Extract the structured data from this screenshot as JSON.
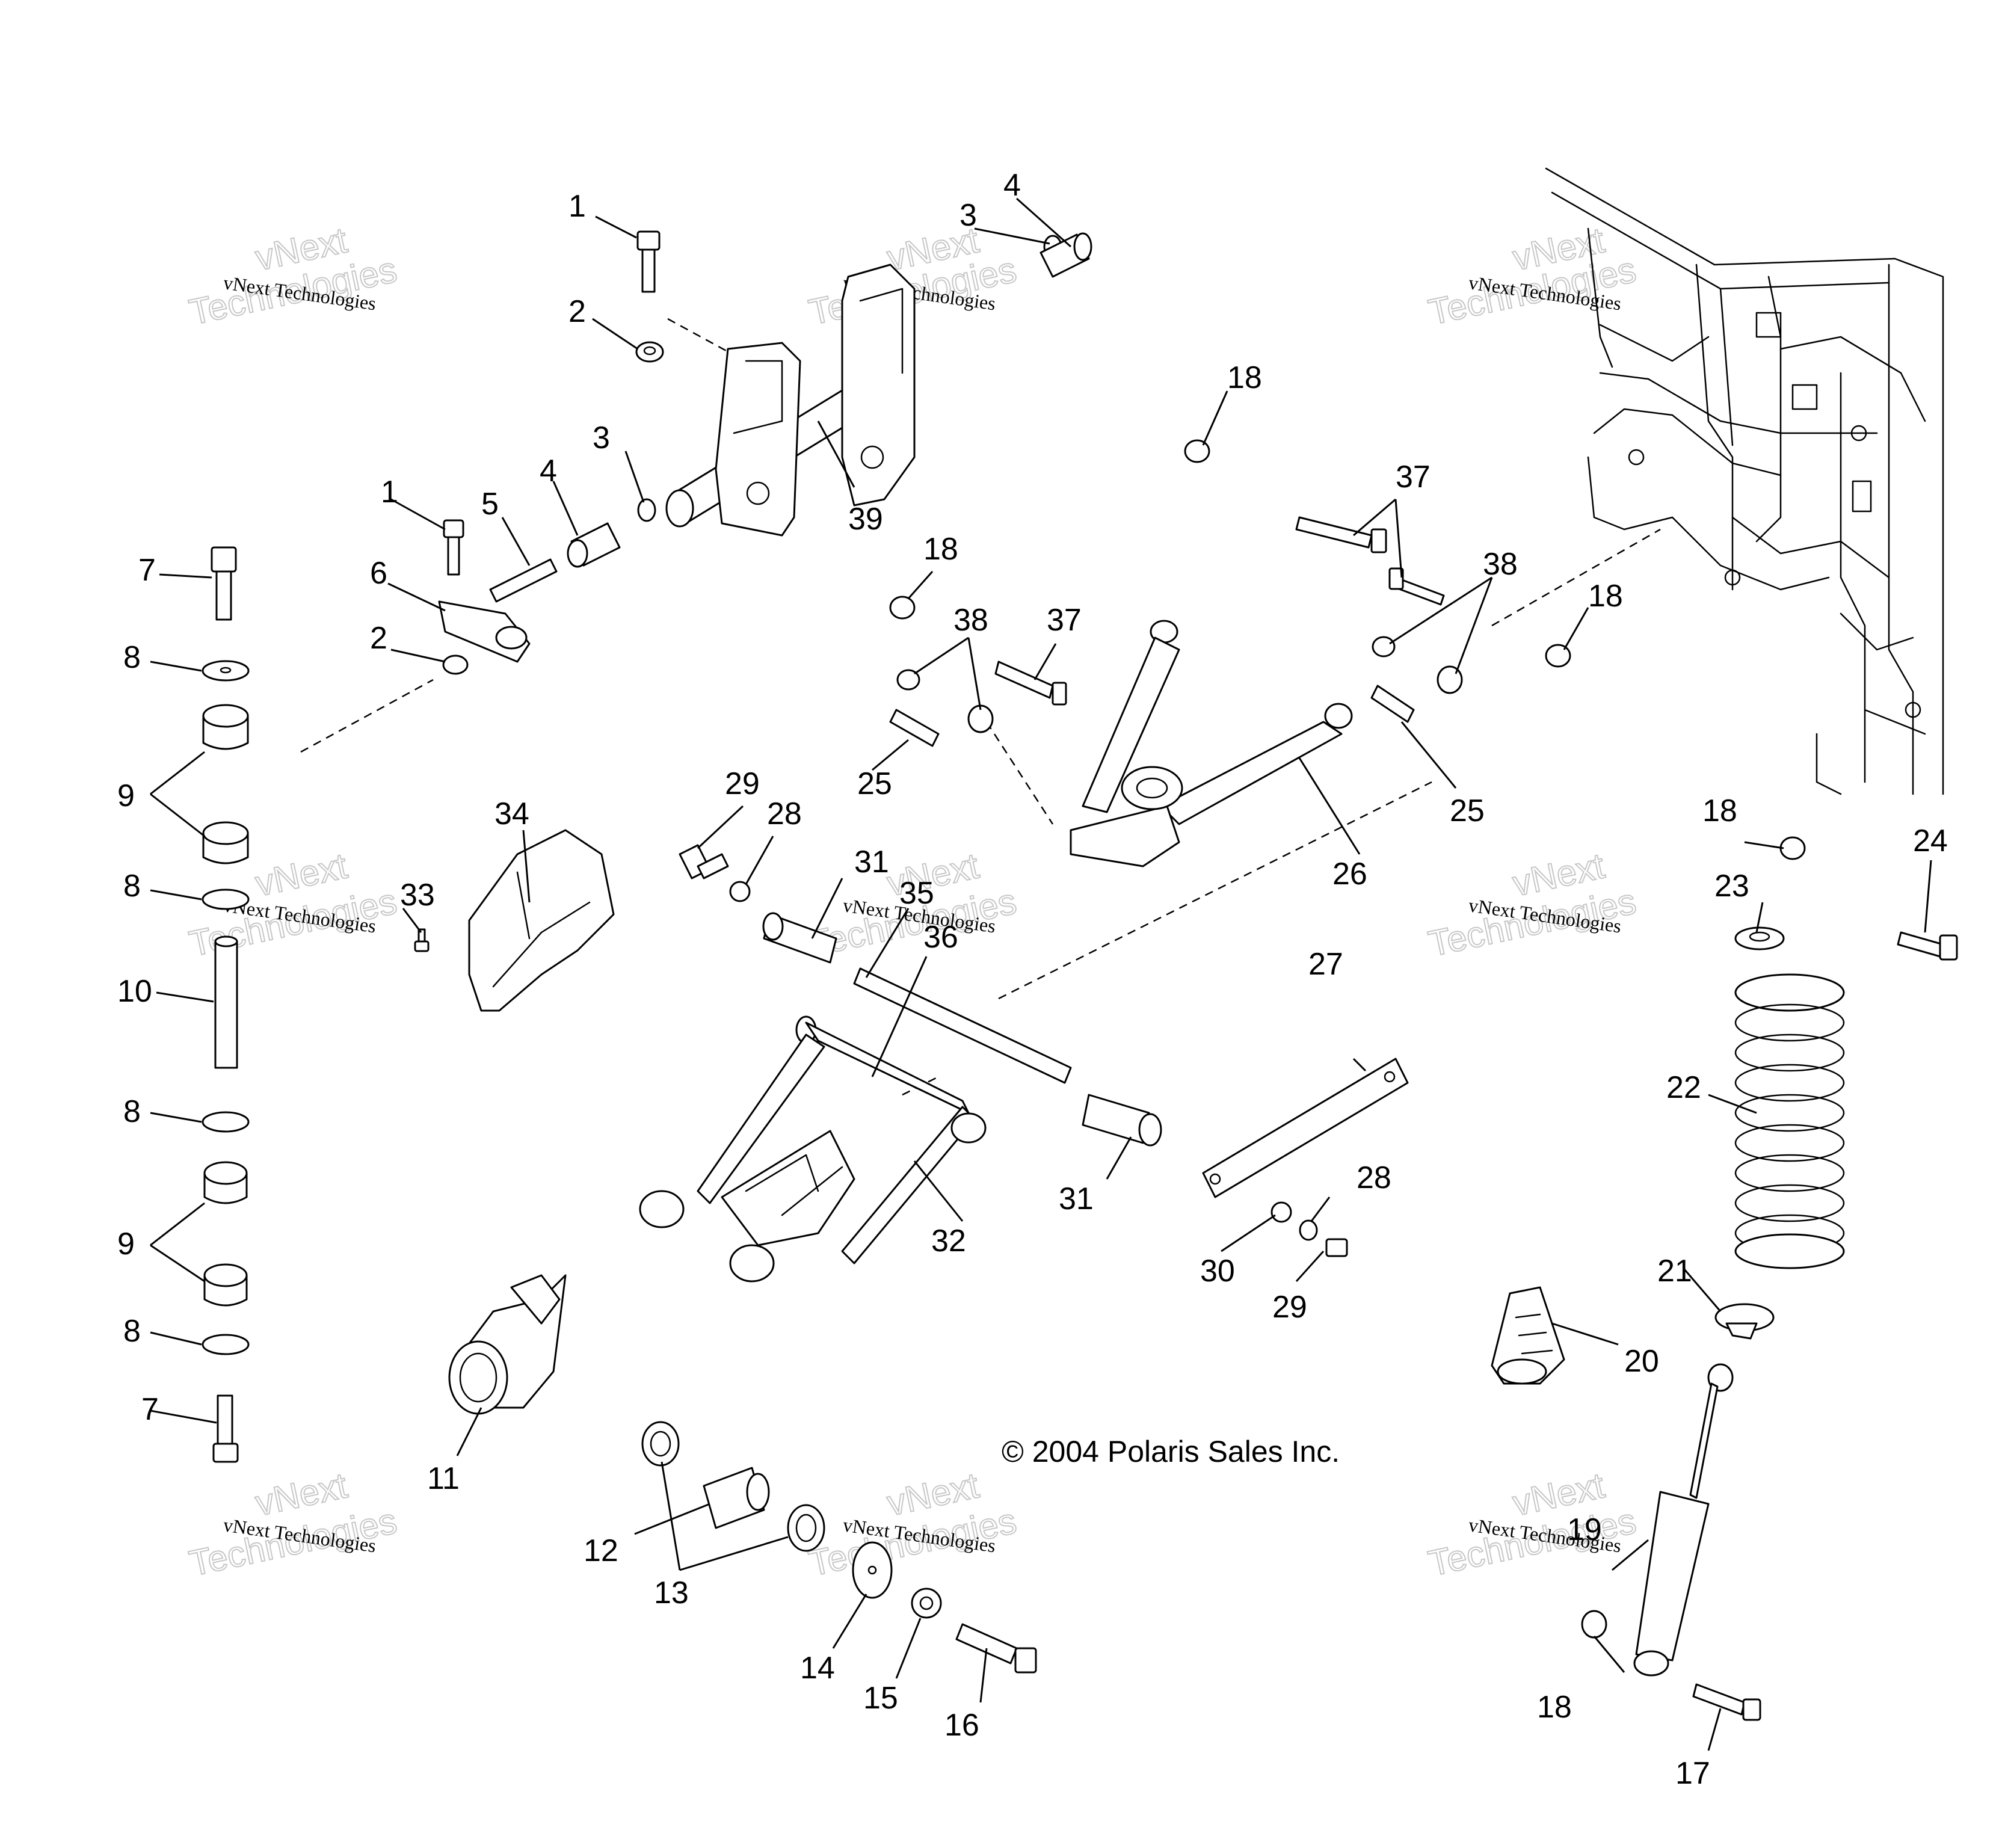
{
  "copyright": "© 2004 Polaris Sales Inc.",
  "watermark": {
    "brand": "vNext",
    "company": "vNext Technologies",
    "big": "Technologies"
  },
  "callouts": {
    "c1": "1",
    "c2": "2",
    "c3": "3",
    "c4": "4",
    "c5": "5",
    "c6": "6",
    "c7": "7",
    "c8": "8",
    "c9": "9",
    "c10": "10",
    "c11": "11",
    "c12": "12",
    "c13": "13",
    "c14": "14",
    "c15": "15",
    "c16": "16",
    "c17": "17",
    "c18": "18",
    "c19": "19",
    "c20": "20",
    "c21": "21",
    "c22": "22",
    "c23": "23",
    "c24": "24",
    "c25": "25",
    "c26": "26",
    "c27": "27",
    "c28": "28",
    "c29": "29",
    "c30": "30",
    "c31": "31",
    "c32": "32",
    "c33": "33",
    "c34": "34",
    "c35": "35",
    "c36": "36",
    "c37": "37",
    "c38": "38",
    "c39": "39"
  }
}
